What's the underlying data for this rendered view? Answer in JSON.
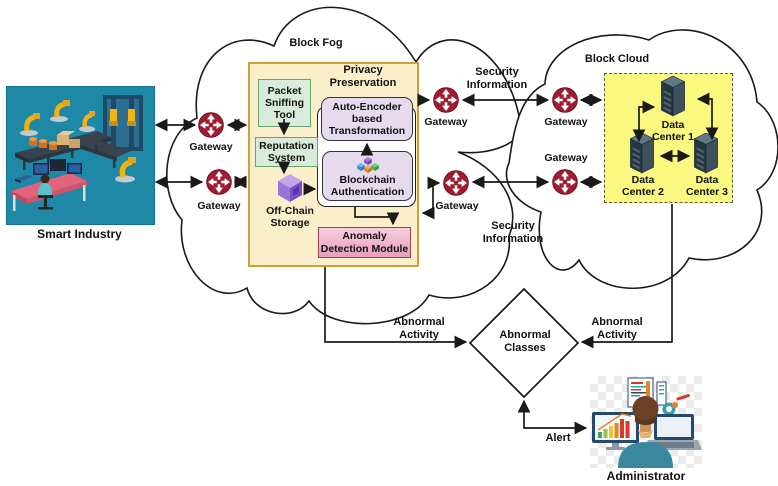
{
  "figure": {
    "type": "architecture-diagram"
  },
  "smart_industry": {
    "label": "Smart Industry"
  },
  "fog": {
    "label": "Block Fog",
    "privacy": {
      "title": "Privacy Preservation",
      "packet_tool": "Packet Sniffing Tool",
      "reputation": "Reputation System",
      "off_chain": "Off-Chain Storage",
      "auto_encoder": "Auto-Encoder based Transformation",
      "blockchain": "Blockchain Authentication",
      "anomaly": "Anomaly Detection Module"
    }
  },
  "cloud": {
    "label": "Block Cloud",
    "datacenters": [
      "Data Center 1",
      "Data Center 2",
      "Data Center 3"
    ]
  },
  "gateways": {
    "label": "Gateway",
    "count": 6
  },
  "edges": {
    "security_top": "Security Information",
    "security_bottom": "Security Information",
    "abnormal_left": "Abnormal Activity",
    "abnormal_right": "Abnormal Activity",
    "alert": "Alert"
  },
  "decision": {
    "label": "Abnormal Classes"
  },
  "admin": {
    "label": "Administrator"
  },
  "icons": {
    "gateway": "router-cross-arrows-icon",
    "datacenter": "server-tower-icon",
    "off_chain": "purple-cube-icon",
    "blockchain": "blockchain-cubes-icon",
    "smart_industry": "factory-illustration",
    "admin": "administrator-illustration"
  },
  "colors": {
    "gateway_red": "#A01C30",
    "privacy_fill": "#FBEECB",
    "privacy_border": "#C9A23E",
    "green_fill": "#D9ECDB",
    "green_border": "#69A36B",
    "purple_fill": "#E6DAEE",
    "anomaly_fill": "#F2B9CC",
    "dc_fill": "#FAF87E",
    "industry_teal": "#1E88A6"
  }
}
